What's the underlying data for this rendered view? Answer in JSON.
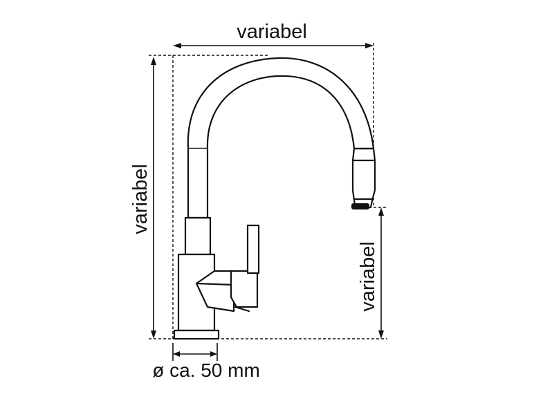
{
  "labels": {
    "top_width": "variabel",
    "left_height": "variabel",
    "right_height": "variabel",
    "base_diameter": "ø ca. 50 mm"
  },
  "colors": {
    "line": "#111111",
    "background": "#ffffff"
  }
}
